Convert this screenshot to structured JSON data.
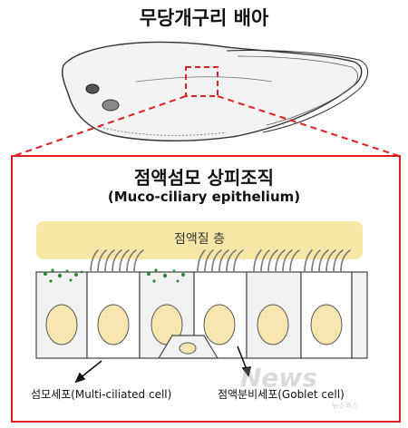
{
  "header": {
    "title": "무당개구리 배아"
  },
  "panel": {
    "title": "점액섬모 상피조직",
    "subtitle": "(Muco-ciliary epithelium)",
    "mucus_label": "점액질 층"
  },
  "labels": {
    "multiciliated": "섬모세포(Multi-ciliated  cell)",
    "goblet": "점액분비세포(Goblet cell)"
  },
  "watermark": {
    "brand": "News",
    "sub": "뉴스웍스"
  },
  "colors": {
    "accent_red": "#e02020",
    "mucus": "#f6e7a6",
    "nucleus": "#f8e6b0",
    "granule": "#2f8a2f"
  }
}
